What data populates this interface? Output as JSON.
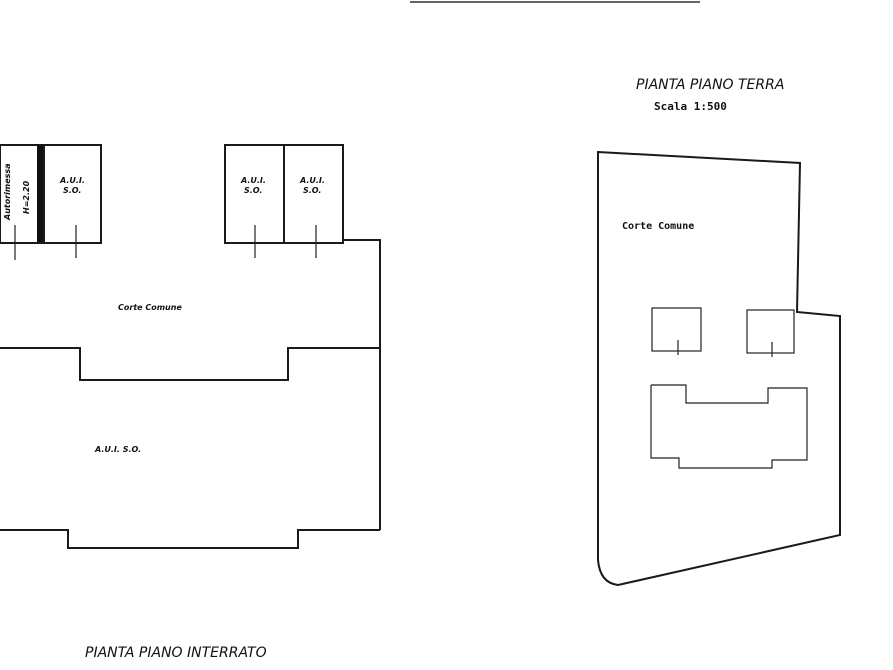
{
  "ground_floor": {
    "title": "PIANTA PIANO TERRA",
    "scale": "Scala 1:500",
    "common_court": "Corte Comune"
  },
  "basement": {
    "title": "PIANTA PIANO INTERRATO",
    "storage_label": "A.U.I. S.O.",
    "room_label_line1": "A.U.I.",
    "room_label_line2": "S.O.",
    "common_court": "Corte Comune",
    "autorimessa_line1": "Autorimessa",
    "autorimessa_line2": "H=2.20"
  }
}
